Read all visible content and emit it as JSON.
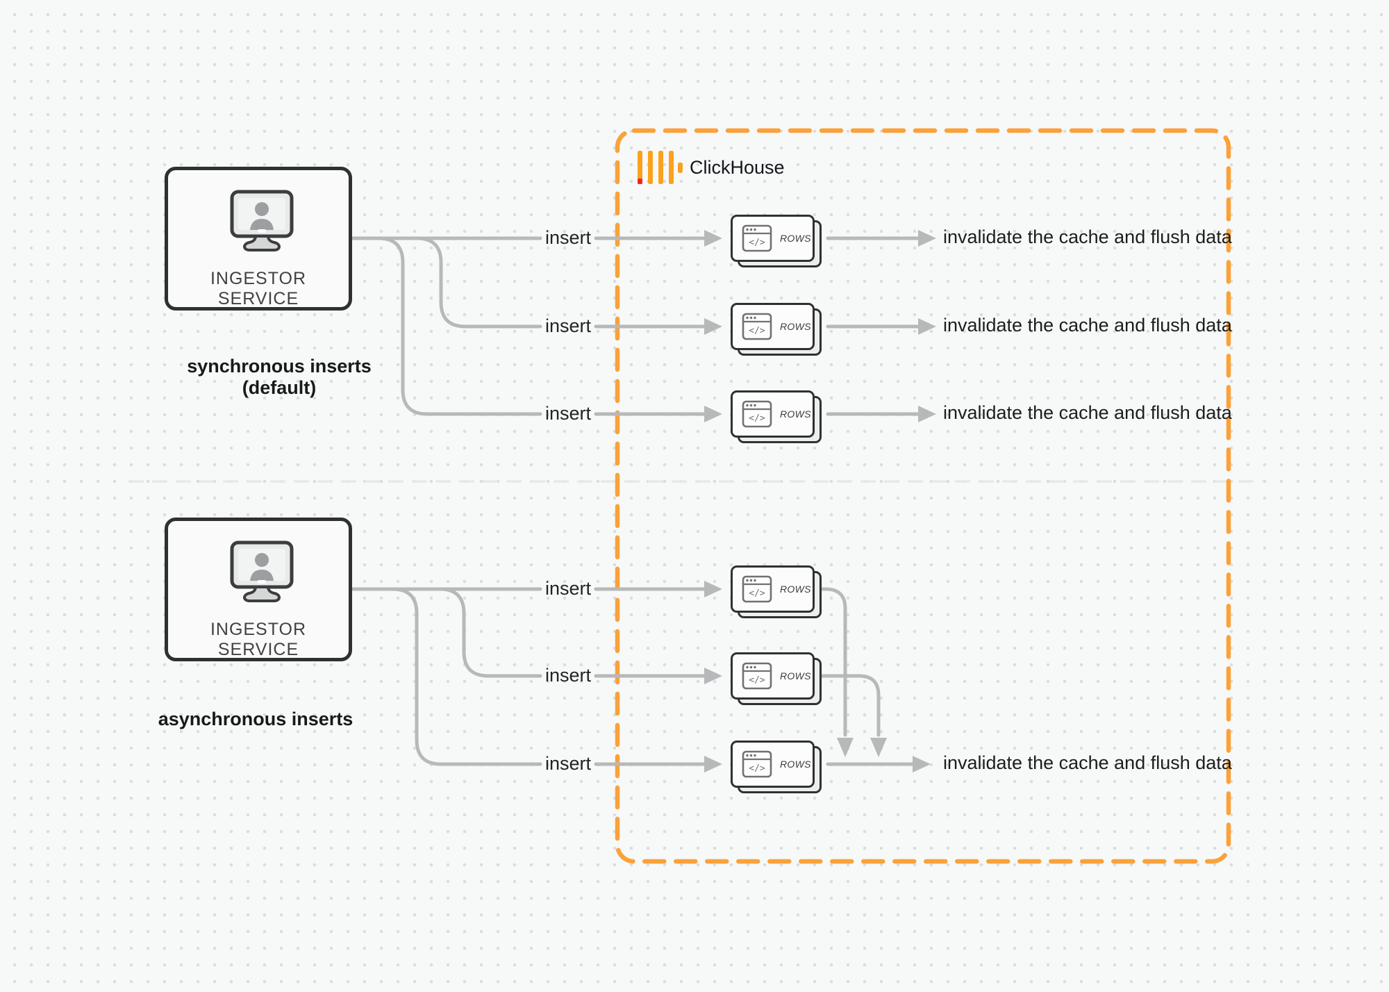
{
  "clickhouse": {
    "title": "ClickHouse",
    "region_border_color": "#F9A23B",
    "logo_bar_color": "#FAA21D",
    "logo_accent_red": "#EF2621"
  },
  "sync": {
    "ingestor_label": "INGESTOR SERVICE",
    "caption": "synchronous inserts (default)",
    "rows": [
      {
        "insert": "insert",
        "rows": "ROWS",
        "result": "invalidate the cache and flush data"
      },
      {
        "insert": "insert",
        "rows": "ROWS",
        "result": "invalidate the cache and flush data"
      },
      {
        "insert": "insert",
        "rows": "ROWS",
        "result": "invalidate the cache and flush data"
      }
    ]
  },
  "async": {
    "ingestor_label": "INGESTOR SERVICE",
    "caption": "asynchronous inserts",
    "rows": [
      {
        "insert": "insert",
        "rows": "ROWS"
      },
      {
        "insert": "insert",
        "rows": "ROWS"
      },
      {
        "insert": "insert",
        "rows": "ROWS"
      }
    ],
    "result": "invalidate the cache and flush data"
  },
  "colors": {
    "connector_gray": "#b7b8b9",
    "dark_border": "#2e3032",
    "divider_gray": "#e7e8e8",
    "background": "#f7f8f8"
  }
}
